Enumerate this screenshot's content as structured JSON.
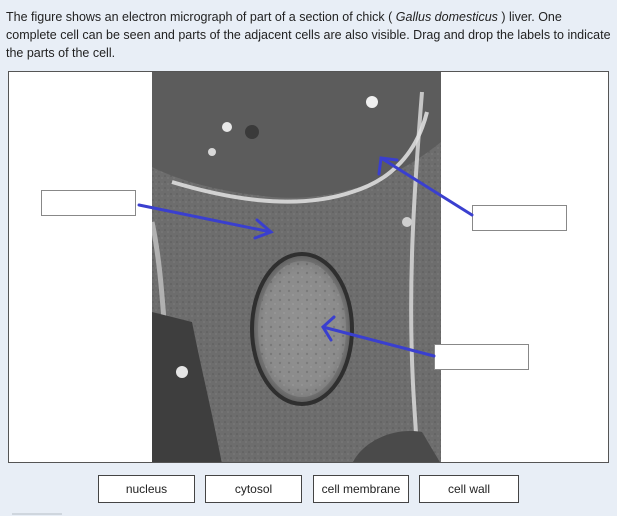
{
  "question": {
    "part1": "The figure shows an electron micrograph of part of a section of chick ( ",
    "species": "Gallus domesticus",
    "part2": " ) liver. One complete cell can be seen and parts of the adjacent cells are also visible. Drag and drop the labels to indicate the parts of the cell."
  },
  "drop_targets": [
    {
      "id": "left",
      "value": ""
    },
    {
      "id": "top-right",
      "value": ""
    },
    {
      "id": "bottom-right",
      "value": ""
    }
  ],
  "labels": [
    "nucleus",
    "cytosol",
    "cell membrane",
    "cell wall"
  ],
  "colors": {
    "arrow": "#3a3fcf",
    "background": "#e8eef6"
  }
}
